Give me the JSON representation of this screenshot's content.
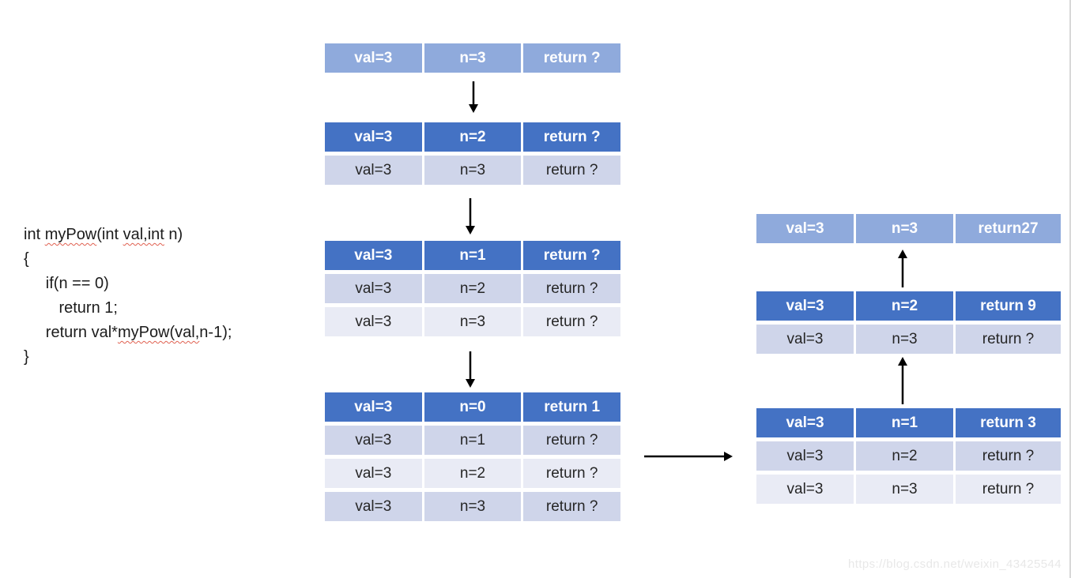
{
  "code": {
    "lines": [
      {
        "segments": [
          {
            "text": "int "
          },
          {
            "text": "myPow",
            "misspelled": true
          },
          {
            "text": "(int "
          },
          {
            "text": "val,int",
            "misspelled": true
          },
          {
            "text": " n)"
          }
        ]
      },
      {
        "segments": [
          {
            "text": "{"
          }
        ]
      },
      {
        "segments": [
          {
            "text": "     if(n == 0)"
          }
        ]
      },
      {
        "segments": [
          {
            "text": "        return 1;"
          }
        ]
      },
      {
        "segments": [
          {
            "text": "     return val*"
          },
          {
            "text": "myPow(val,",
            "misspelled": true
          },
          {
            "text": "n-1);"
          }
        ]
      },
      {
        "segments": [
          {
            "text": "}"
          }
        ]
      }
    ]
  },
  "stacks": {
    "call_n3": {
      "header_variant": "light",
      "rows": [
        [
          "val=3",
          "n=3",
          "return ?"
        ]
      ]
    },
    "call_n2": {
      "header_variant": "dark",
      "rows": [
        [
          "val=3",
          "n=2",
          "return ?"
        ],
        [
          "val=3",
          "n=3",
          "return ?"
        ]
      ]
    },
    "call_n1": {
      "header_variant": "dark",
      "rows": [
        [
          "val=3",
          "n=1",
          "return ?"
        ],
        [
          "val=3",
          "n=2",
          "return ?"
        ],
        [
          "val=3",
          "n=3",
          "return ?"
        ]
      ]
    },
    "call_n0": {
      "header_variant": "dark",
      "rows": [
        [
          "val=3",
          "n=0",
          "return 1"
        ],
        [
          "val=3",
          "n=1",
          "return ?"
        ],
        [
          "val=3",
          "n=2",
          "return ?"
        ],
        [
          "val=3",
          "n=3",
          "return ?"
        ]
      ]
    },
    "return_n1": {
      "header_variant": "dark",
      "rows": [
        [
          "val=3",
          "n=1",
          "return 3"
        ],
        [
          "val=3",
          "n=2",
          "return ?"
        ],
        [
          "val=3",
          "n=3",
          "return ?"
        ]
      ]
    },
    "return_n2": {
      "header_variant": "dark",
      "rows": [
        [
          "val=3",
          "n=2",
          "return 9"
        ],
        [
          "val=3",
          "n=3",
          "return ?"
        ]
      ]
    },
    "return_n3": {
      "header_variant": "light",
      "rows": [
        [
          "val=3",
          "n=3",
          "return27"
        ]
      ]
    }
  },
  "watermark": {
    "text": "https://blog.csdn.net/weixin_43425544"
  },
  "colors": {
    "header_dark": "#4472c4",
    "header_light": "#8faadc",
    "band_dark": "#cfd5ea",
    "band_light": "#e9ebf5",
    "cell_text": "#262626",
    "code_text": "#1c1c1c",
    "arrow": "#000000",
    "squiggle": "#e06050",
    "watermark": "#e8e8e8",
    "page_border": "#d8d8d8"
  }
}
